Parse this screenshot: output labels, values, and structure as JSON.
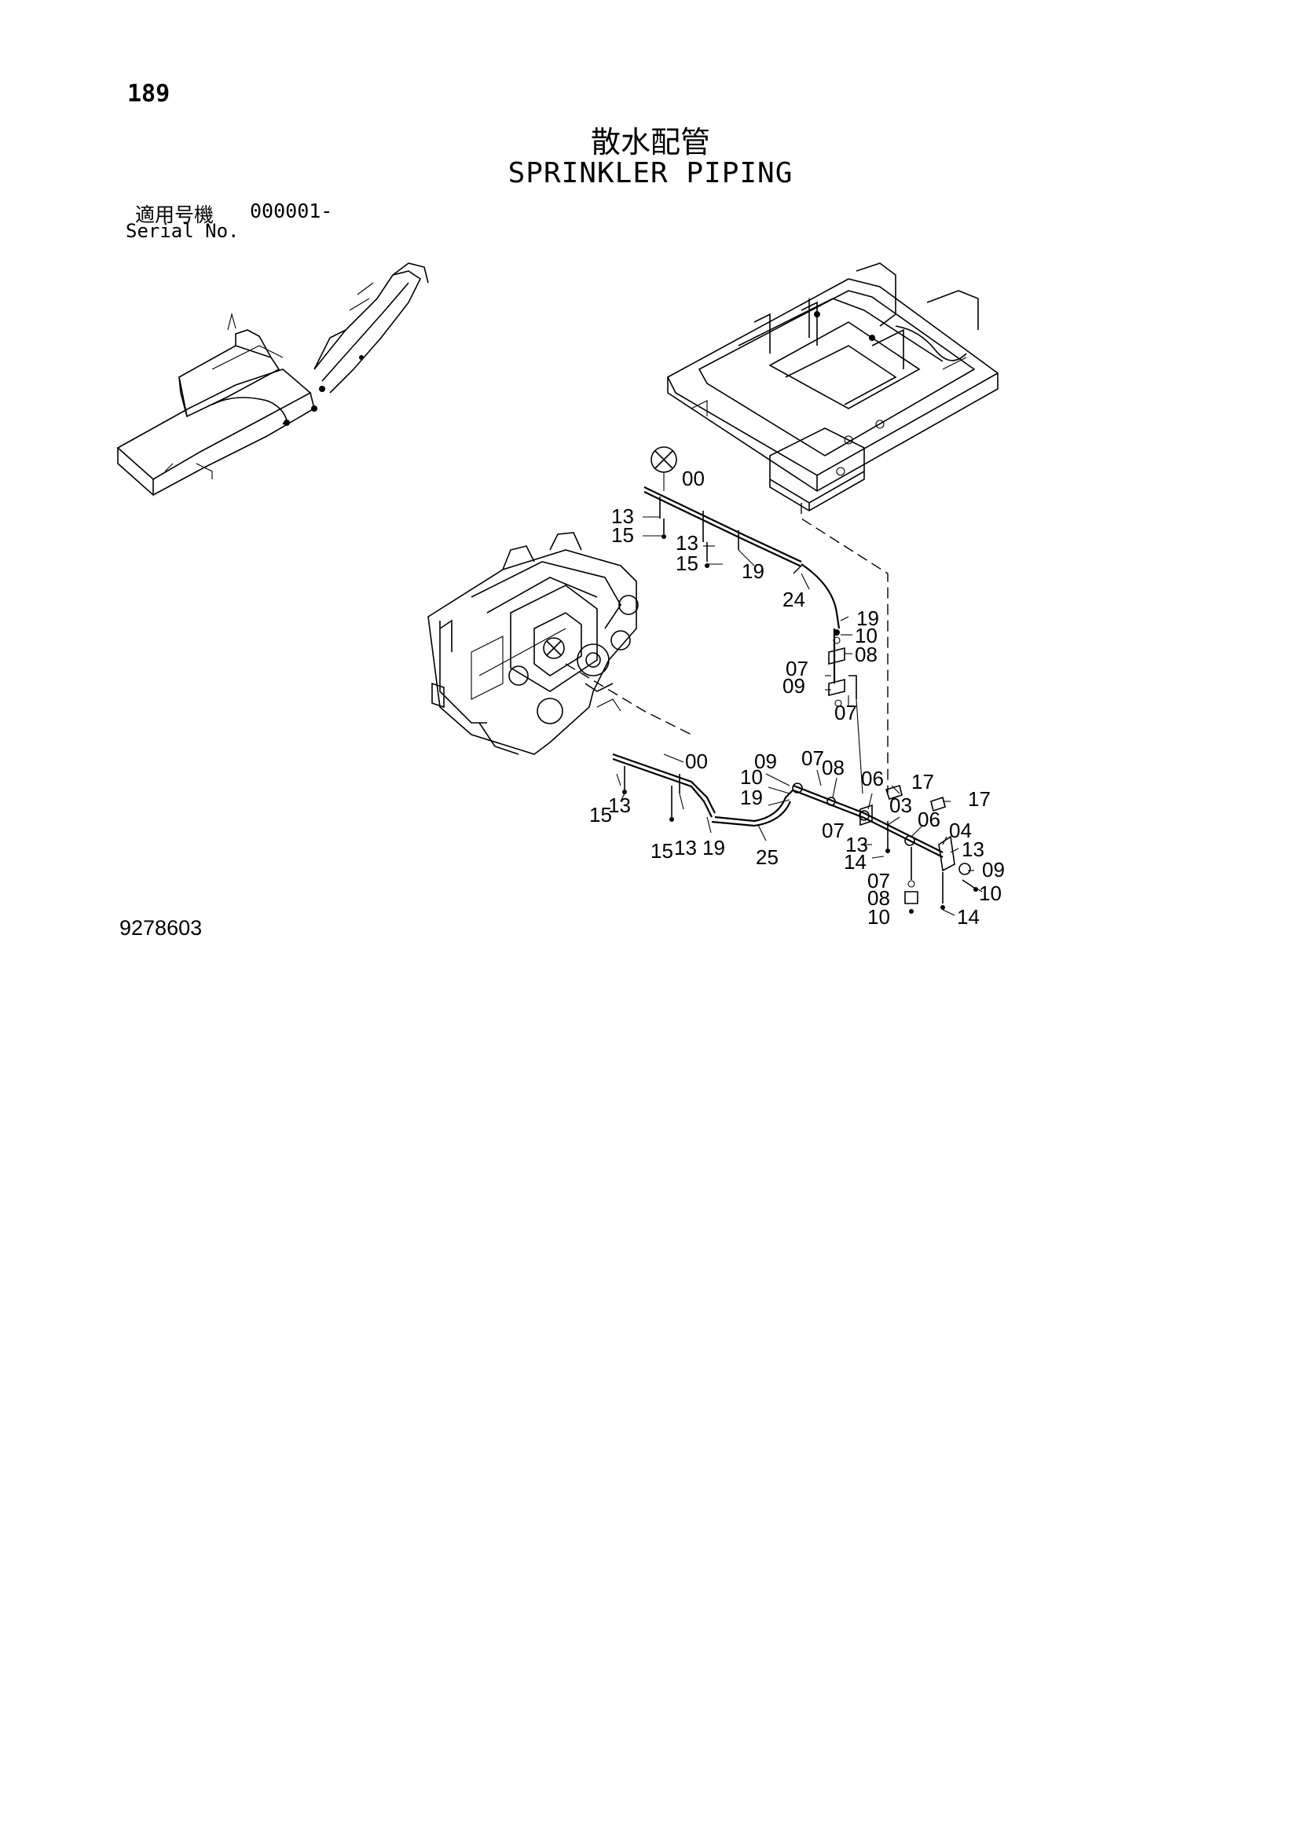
{
  "page": {
    "number": "189",
    "title_jp": "散水配管",
    "title_en": "SPRINKLER PIPING",
    "serial_label_jp": "適用号機",
    "serial_value": "000001-",
    "serial_label_en": "Serial No.",
    "figure_code": "9278603"
  },
  "callouts": [
    "00",
    "13",
    "15",
    "13",
    "15",
    "19",
    "24",
    "19",
    "10",
    "08",
    "07",
    "09",
    "07",
    "00",
    "09",
    "07",
    "08",
    "10",
    "19",
    "06",
    "17",
    "17",
    "15",
    "13",
    "15",
    "13",
    "19",
    "25",
    "07",
    "03",
    "06",
    "04",
    "13",
    "14",
    "13",
    "09",
    "07",
    "08",
    "10",
    "14",
    "10"
  ],
  "icons": [
    "not-supplied-marker-icon",
    "not-supplied-marker-icon"
  ]
}
